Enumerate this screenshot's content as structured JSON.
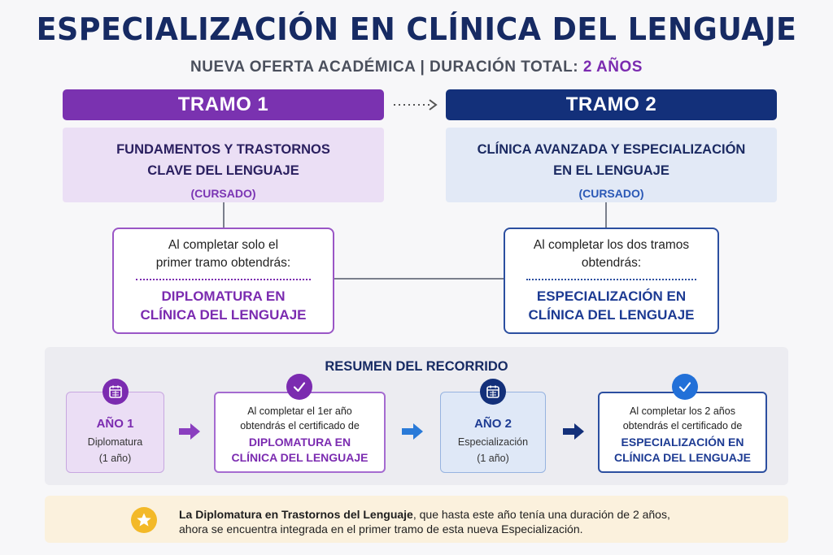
{
  "header": {
    "title": "ESPECIALIZACIÓN EN CLÍNICA DEL LENGUAJE",
    "subtitle_prefix": "NUEVA OFERTA ACADÉMICA | DURACIÓN TOTAL: ",
    "subtitle_duration": "2 AÑOS"
  },
  "tramo1": {
    "label": "TRAMO 1",
    "title_line1": "FUNDAMENTOS Y TRASTORNOS",
    "title_line2": "CLAVE DEL LENGUAJE",
    "status": "(CURSADO)",
    "cert_intro_line1": "Al completar solo el",
    "cert_intro_line2": "primer tramo obtendrás:",
    "cert_line1": "DIPLOMATURA EN",
    "cert_line2": "CLÍNICA DEL LENGUAJE"
  },
  "tramo2": {
    "label": "TRAMO 2",
    "title_line1": "CLÍNICA AVANZADA Y ESPECIALIZACIÓN",
    "title_line2": "EN EL LENGUAJE",
    "status": "(CURSADO)",
    "cert_intro_line1": "Al completar los dos tramos",
    "cert_intro_line2": "obtendrás:",
    "cert_line1": "ESPECIALIZACIÓN EN",
    "cert_line2": "CLÍNICA DEL LENGUAJE"
  },
  "summary": {
    "title": "RESUMEN DEL RECORRIDO",
    "year1": {
      "label": "AÑO 1",
      "name": "Diplomatura",
      "duration": "(1 año)",
      "icon": "calendar-icon"
    },
    "year1_cert": {
      "intro_line1": "Al completar el 1er año",
      "intro_line2": "obtendrás el certificado de",
      "line1": "DIPLOMATURA EN",
      "line2": "CLÍNICA DEL LENGUAJE",
      "icon": "check-icon"
    },
    "year2": {
      "label": "AÑO 2",
      "name": "Especialización",
      "duration": "(1 año)",
      "icon": "calendar-icon"
    },
    "year2_cert": {
      "intro_line1": "Al completar los 2 años",
      "intro_line2": "obtendrás el certificado de",
      "line1": "ESPECIALIZACIÓN EN",
      "line2": "CLÍNICA DEL LENGUAJE",
      "icon": "check-icon"
    }
  },
  "note": {
    "bold": "La Diplomatura en Trastornos del Lenguaje",
    "rest_line1": ", que hasta este año tenía una duración de 2 años,",
    "line2": "ahora se encuentra integrada en el primer tramo de esta nueva Especialización.",
    "icon": "star-icon"
  },
  "colors": {
    "purple": "#7a32b0",
    "navy": "#13307a",
    "blue": "#2270d8",
    "gold": "#f3b928"
  }
}
